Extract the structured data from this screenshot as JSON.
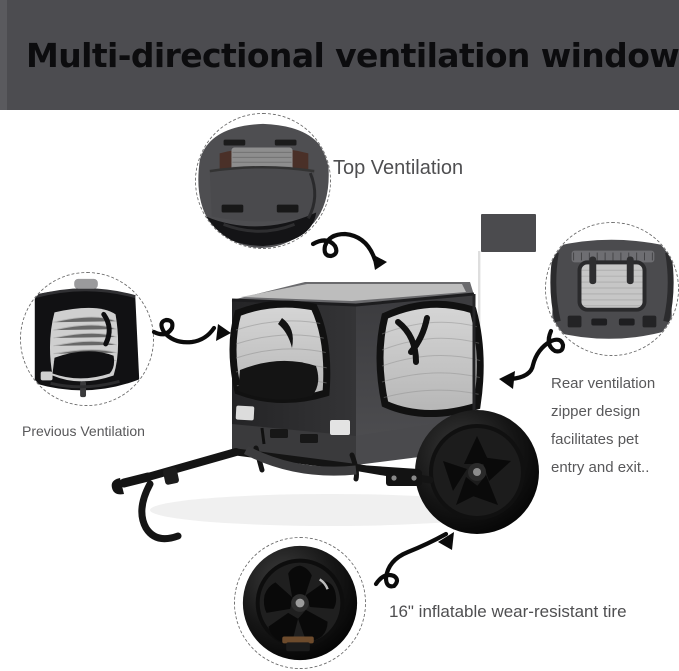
{
  "banner": {
    "title": "Multi-directional ventilation window",
    "background_color": "#4c4c50",
    "text_color": "#0c0c0e"
  },
  "callouts": {
    "top_ventilation": {
      "label": "Top Ventilation",
      "photo_alt": "top-ventilation-photo"
    },
    "previous_ventilation": {
      "label": "Previous Ventilation",
      "photo_alt": "previous-ventilation-photo"
    },
    "rear_ventilation": {
      "lines": [
        "Rear ventilation",
        "zipper design",
        "facilitates pet",
        "entry and exit.."
      ],
      "photo_alt": "rear-ventilation-photo"
    },
    "tire": {
      "label": "16\" inflatable wear-resistant tire",
      "photo_alt": "tire-photo"
    }
  },
  "product": {
    "name": "pet-bike-trailer",
    "canopy_color": "#4a4a4d",
    "mesh_color": "#c9c9c9",
    "frame_color": "#1a1a1a",
    "flag_color": "#4b4b4e"
  },
  "arrows": {
    "to_main_from_top": "curly-arrow-down-right",
    "to_main_from_left": "curly-arrow-right",
    "to_main_from_right": "curly-arrow-left",
    "to_main_from_tire": "curly-arrow-up-right"
  }
}
